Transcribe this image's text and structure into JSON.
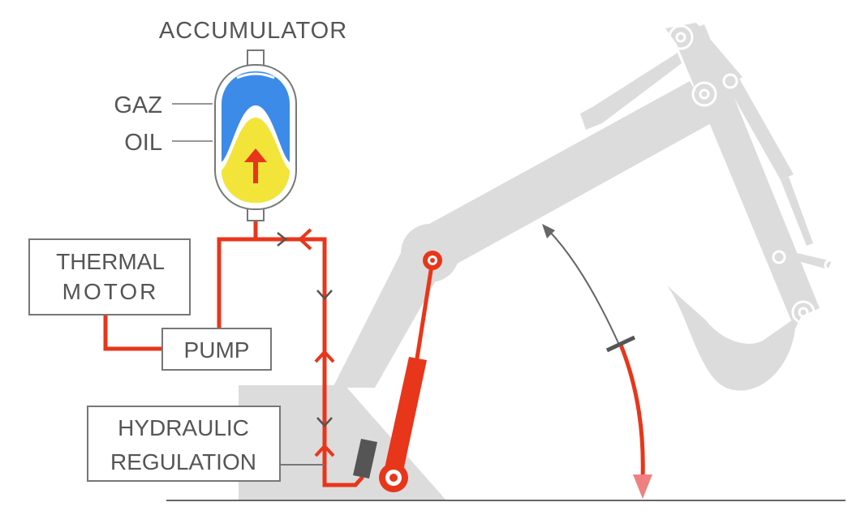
{
  "labels": {
    "accumulator": "ACCUMULATOR",
    "gaz": "GAZ",
    "oil": "OIL",
    "thermal_motor_line1": "THERMAL",
    "thermal_motor_line2": "MOTOR",
    "pump": "PUMP",
    "hydraulic_regulation_line1": "HYDRAULIC",
    "hydraulic_regulation_line2": "REGULATION"
  },
  "colors": {
    "hydraulic_line": "#e8361b",
    "gas": "#3d8be8",
    "oil": "#f3e43a",
    "machine": "#dcdcdc",
    "box_border": "#777777",
    "text": "#555555",
    "flow_arrow_grey": "#666666"
  },
  "icons": {
    "up_arrow": "arrow-up-icon",
    "flow_chevron": "chevron-icon"
  }
}
